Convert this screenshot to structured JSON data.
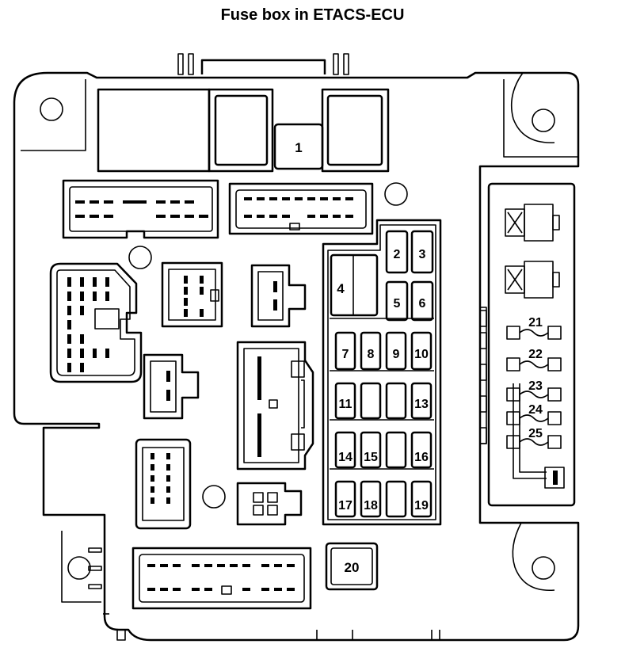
{
  "title": "Fuse box in ETACS-ECU",
  "fuses": {
    "f1": "1",
    "f2": "2",
    "f3": "3",
    "f4": "4",
    "f5": "5",
    "f6": "6",
    "f7": "7",
    "f8": "8",
    "f9": "9",
    "f10": "10",
    "f11": "11",
    "f13": "13",
    "f14": "14",
    "f15": "15",
    "f16": "16",
    "f17": "17",
    "f18": "18",
    "f19": "19",
    "f20": "20",
    "f21": "21",
    "f22": "22",
    "f23": "23",
    "f24": "24",
    "f25": "25"
  }
}
